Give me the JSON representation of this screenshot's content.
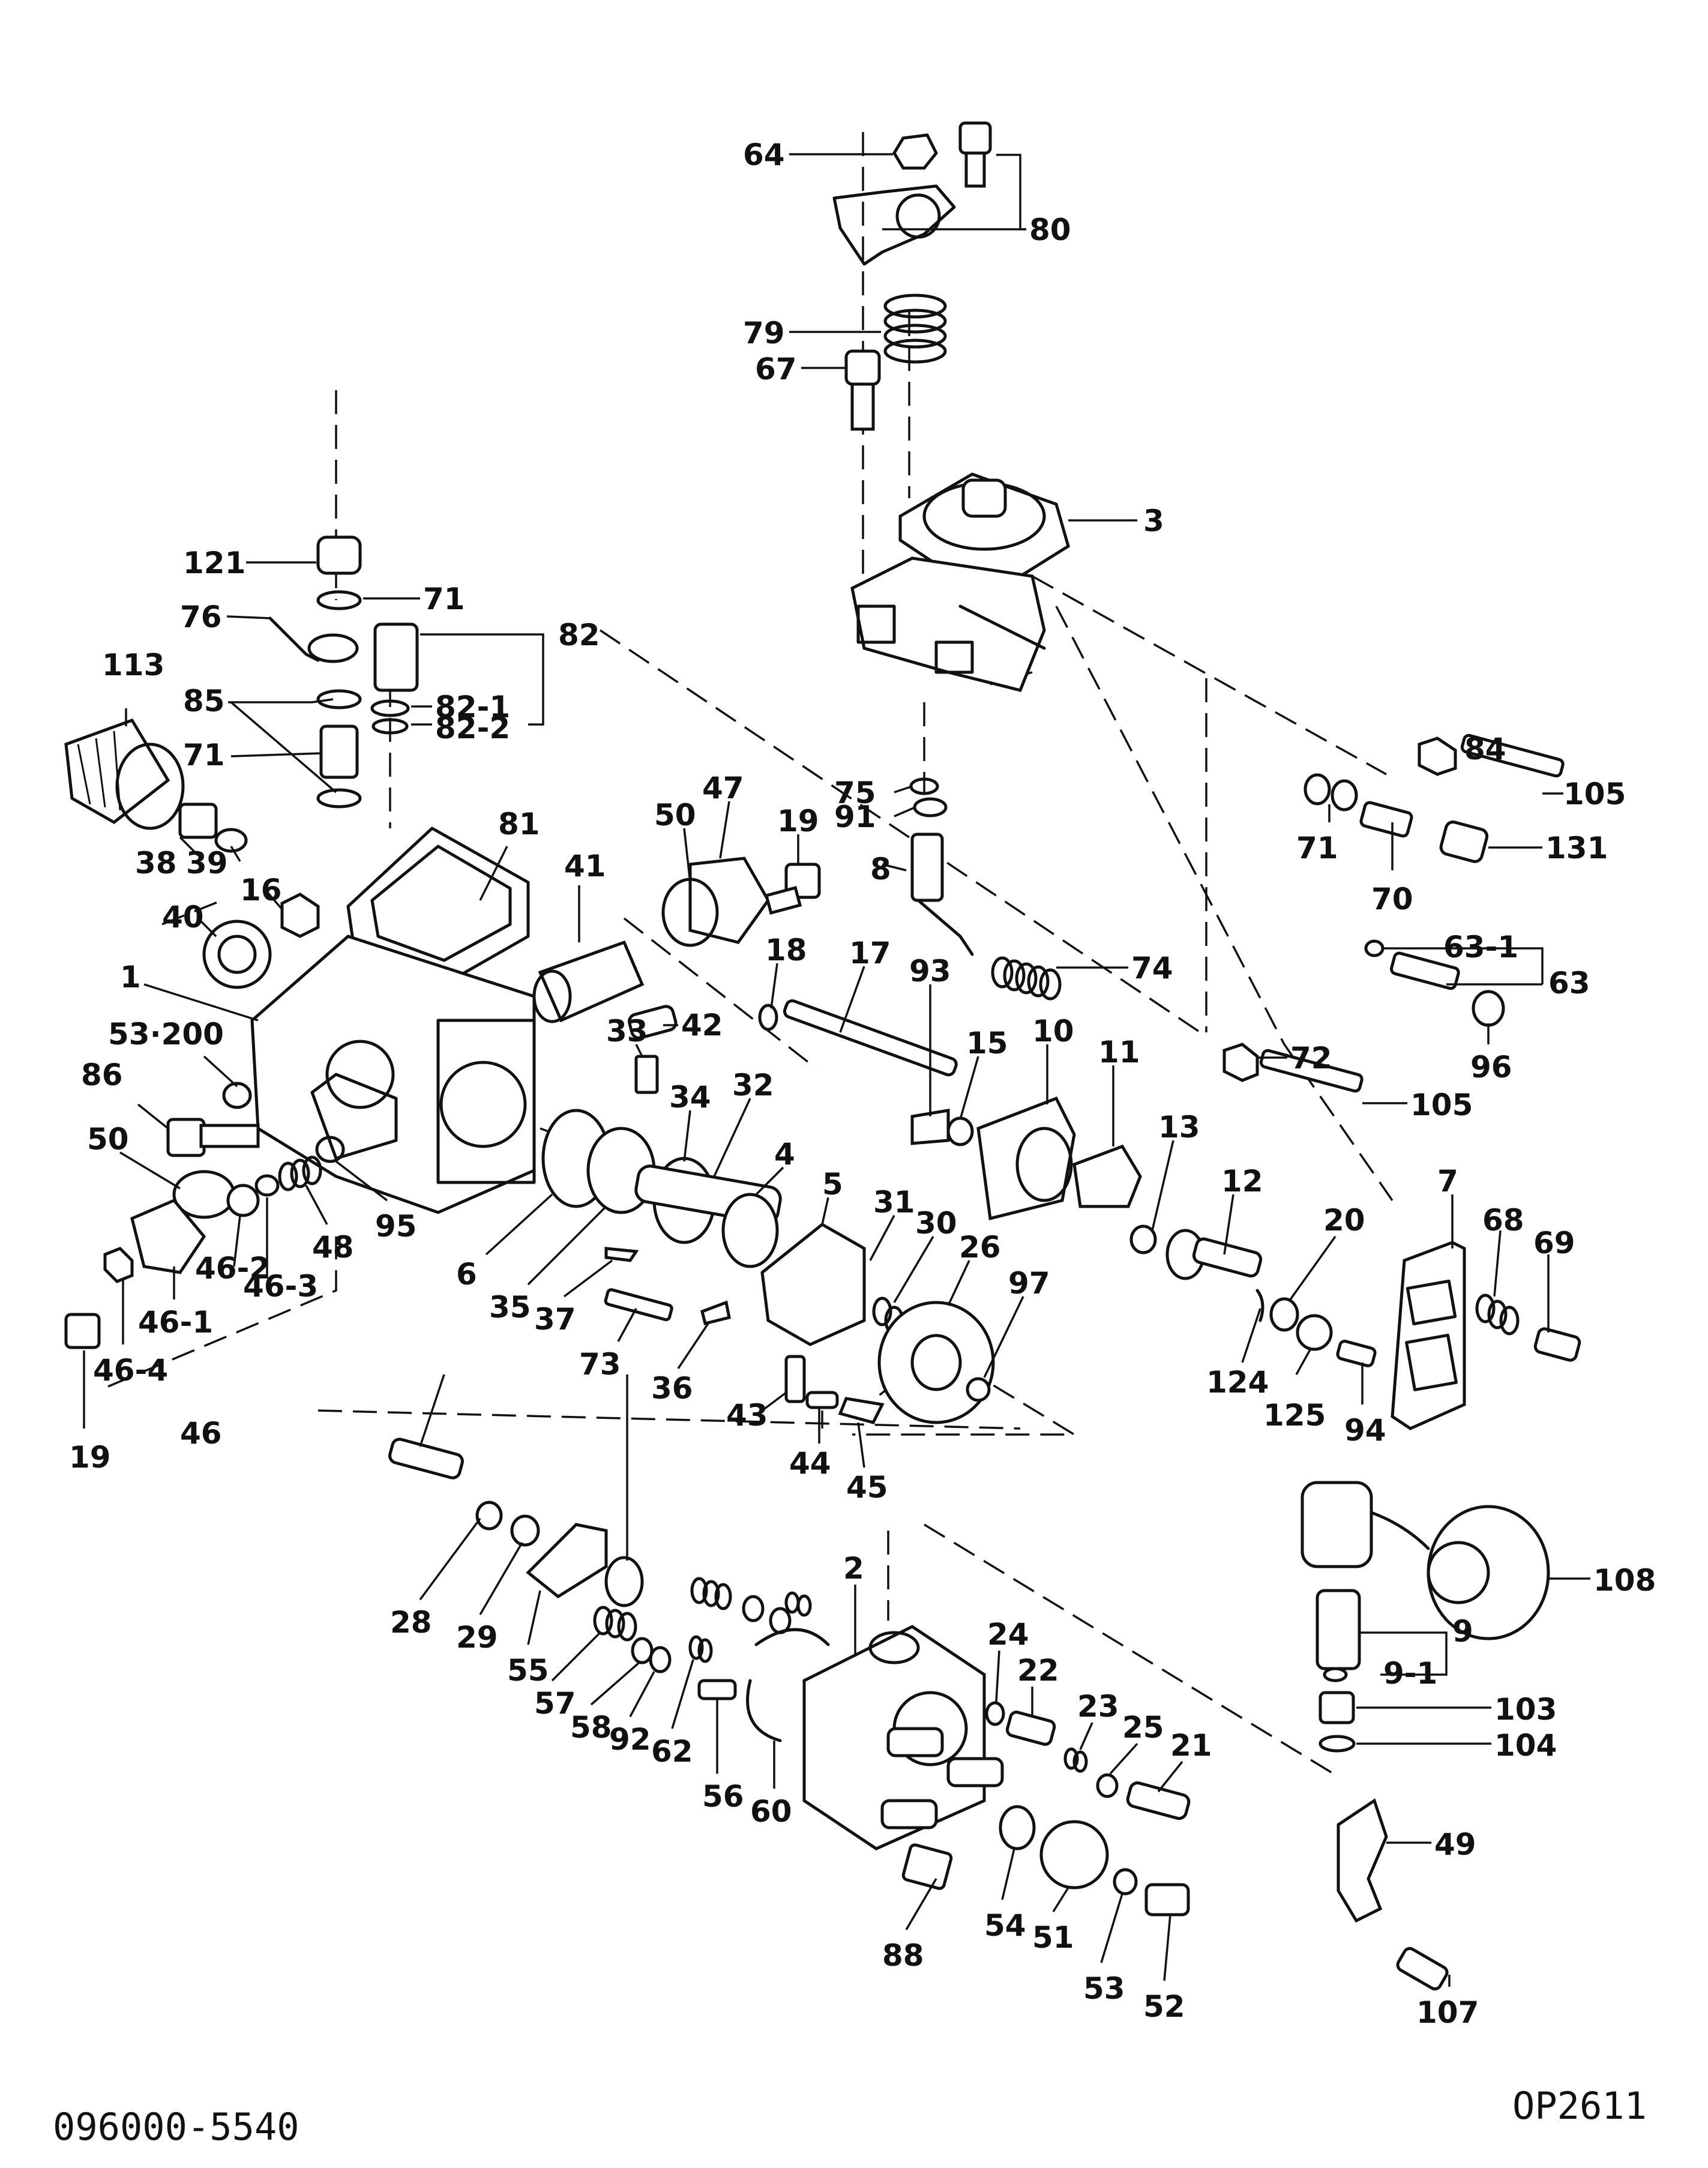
{
  "footer": {
    "part_number": "096000-5540",
    "drawing_code": "OP2611"
  },
  "callouts": [
    "64",
    "80",
    "79",
    "67",
    "3",
    "121",
    "71",
    "76",
    "82",
    "82-1",
    "82-2",
    "113",
    "85",
    "71",
    "81",
    "41",
    "38",
    "39",
    "16",
    "40",
    "1",
    "53·200",
    "86",
    "50",
    "46-2",
    "46-3",
    "48",
    "95",
    "46-1",
    "46-4",
    "19",
    "46",
    "33",
    "34",
    "32",
    "4",
    "6",
    "35",
    "37",
    "73",
    "36",
    "5",
    "31",
    "30",
    "26",
    "97",
    "43",
    "44",
    "45",
    "50",
    "47",
    "19",
    "8",
    "75",
    "91",
    "18",
    "17",
    "93",
    "15",
    "10",
    "11",
    "13",
    "12",
    "42",
    "74",
    "84",
    "105",
    "71",
    "70",
    "131",
    "63-1",
    "63",
    "96",
    "72",
    "105",
    "7",
    "68",
    "69",
    "20",
    "124",
    "125",
    "94",
    "28",
    "29",
    "55",
    "57",
    "58",
    "92",
    "62",
    "56",
    "60",
    "2",
    "24",
    "22",
    "23",
    "25",
    "21",
    "54",
    "51",
    "53",
    "52",
    "88",
    "108",
    "9",
    "9-1",
    "103",
    "104",
    "49",
    "107"
  ]
}
